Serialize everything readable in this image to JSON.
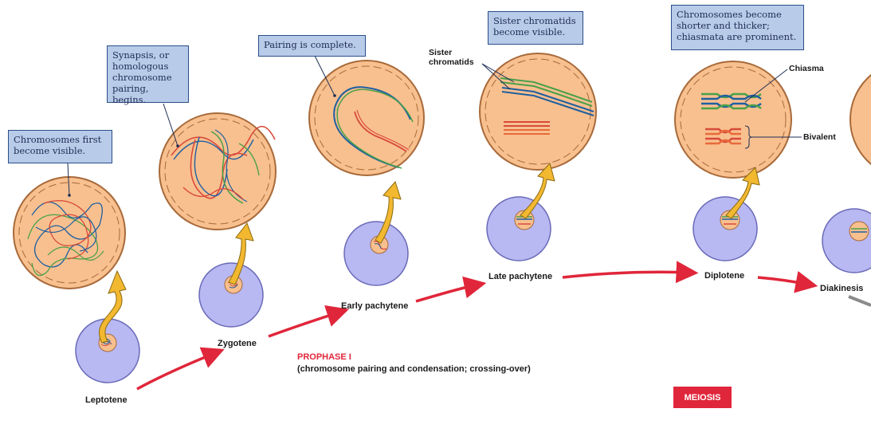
{
  "callouts": {
    "leptotene": "Chromosomes first become visible.",
    "zygotene": "Synapsis, or homologous chromosome pairing, begins.",
    "early_pachytene": "Pairing is complete.",
    "late_pachytene": "Sister chromatids become visible.",
    "diplotene": "Chromosomes become shorter and thicker; chiasmata are prominent."
  },
  "stages": [
    "Leptotene",
    "Zygotene",
    "Early pachytene",
    "Late pachytene",
    "Diplotene",
    "Diakinesis"
  ],
  "annotations": {
    "sister_chromatids": "Sister chromatids",
    "chiasma": "Chiasma",
    "bivalent": "Bivalent"
  },
  "prophase": {
    "title": "PROPHASE I",
    "subtitle": "(chromosome pairing and condensation; crossing-over)"
  },
  "badge": "MEIOSIS",
  "colors": {
    "nucleus_fill": "#f8c08f",
    "cell_fill": "#b8b8f2",
    "callout_fill": "#b8cbe8",
    "flow_arrow": "#e0263a",
    "zoom_arrow": "#f2b830",
    "chromosome_blue": "#1f5fa0",
    "chromosome_green": "#4aa04a",
    "chromosome_red": "#d84a3a"
  }
}
